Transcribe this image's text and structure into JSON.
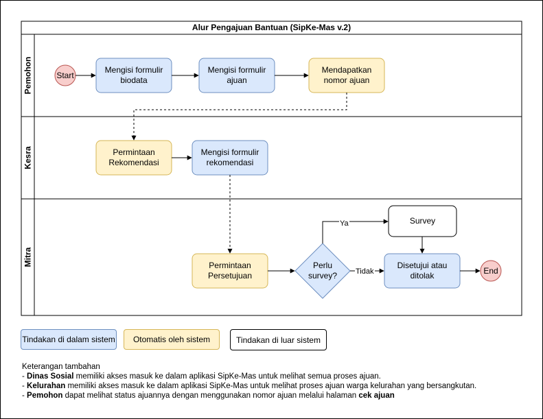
{
  "diagram": {
    "title": "Alur Pengajuan Bantuan (SipKe-Mas v.2)",
    "lanes": [
      {
        "id": "pemohon",
        "label": "Pemohon"
      },
      {
        "id": "kesra",
        "label": "Kesra"
      },
      {
        "id": "mitra",
        "label": "Mitra"
      }
    ],
    "nodes": {
      "start": "Start",
      "form_biodata": "Mengisi formulir\nbiodata",
      "form_ajuan": "Mengisi formulir\najuan",
      "nomor_ajuan": "Mendapatkan\nnomor ajuan",
      "permintaan_rekomendasi": "Permintaan\nRekomendasi",
      "form_rekomendasi": "Mengisi formulir\nrekomendasi",
      "permintaan_persetujuan": "Permintaan\nPersetujuan",
      "perlu_survey": "Perlu\nsurvey?",
      "survey": "Survey",
      "disetujui": "Disetujui atau\nditolak",
      "end": "End"
    },
    "edge_labels": {
      "ya": "Ya",
      "tidak": "Tidak"
    },
    "colors": {
      "system_fill": "#dae8fc",
      "system_stroke": "#6c8ebf",
      "auto_fill": "#fff2cc",
      "auto_stroke": "#d6b656",
      "terminal_fill": "#f8cecc",
      "terminal_stroke": "#b85450"
    }
  },
  "legend": {
    "system": "Tindakan di dalam sistem",
    "auto": "Otomatis oleh sistem",
    "outside": "Tindakan di luar sistem"
  },
  "notes": {
    "heading": "Keterangan tambahan",
    "items": [
      {
        "bold": "Dinas Sosial",
        "text": " memiliki akses masuk ke dalam aplikasi SipKe-Mas untuk melihat semua proses ajuan."
      },
      {
        "bold": "Kelurahan",
        "text": " memiliki akses masuk ke dalam aplikasi SipKe-Mas untuk melihat proses ajuan warga kelurahan yang bersangkutan."
      },
      {
        "bold": "Pemohon",
        "text": " dapat melihat status ajuannya dengan menggunakan nomor ajuan melalui halaman ",
        "bold2": "cek ajuan"
      }
    ]
  }
}
